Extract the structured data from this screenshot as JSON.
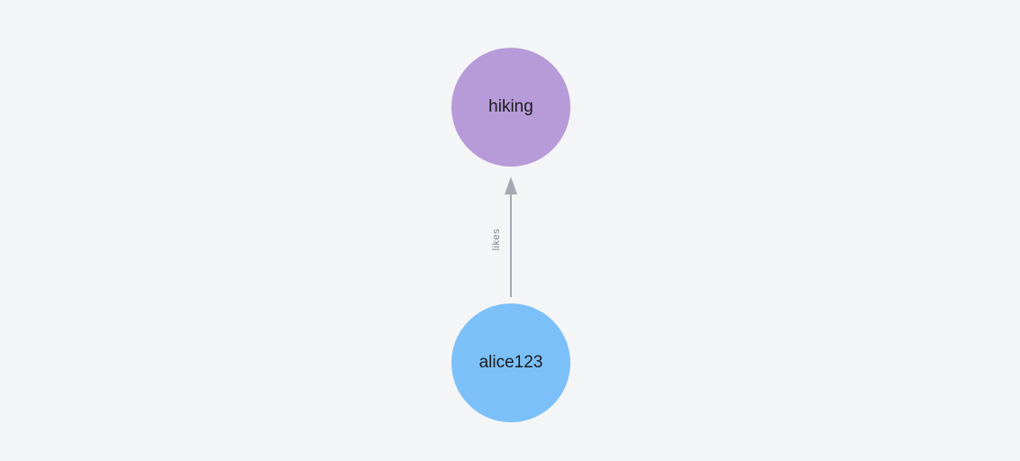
{
  "canvas": {
    "background_color": "#f4f5f6"
  },
  "graph": {
    "type": "directed-node-link",
    "nodes": [
      {
        "id": "hiking",
        "label": "hiking",
        "color": "#b79bd8",
        "text_color": "#1b1c1e"
      },
      {
        "id": "alice123",
        "label": "alice123",
        "color": "#7cc0fa",
        "text_color": "#1b1c1e"
      }
    ],
    "edges": [
      {
        "from": "alice123",
        "to": "hiking",
        "label": "likes",
        "color": "#a6a9b1",
        "label_color": "#84878f"
      }
    ]
  }
}
